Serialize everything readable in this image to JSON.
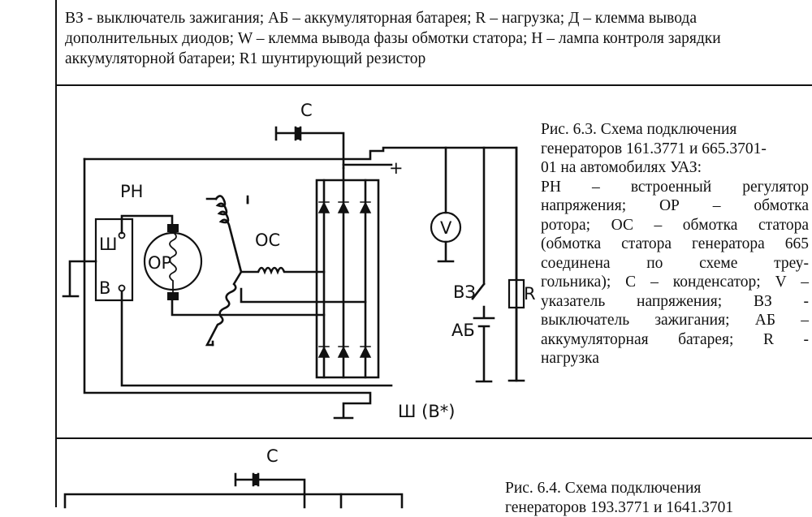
{
  "legend_top": "ВЗ - выключатель зажигания; АБ – аккумуляторная батарея; R – нагрузка; Д – клемма вывода дополнительных диодов; W – клемма вывода фазы обмотки статора; Н – лампа контроля зарядки аккумуляторной батареи; R1 шунтирующий резистор",
  "figure_6_3": {
    "caption_lines": [
      "Рис. 6.3. Схема подключения",
      "генераторов 161.3771 и 665.3701-",
      "01 на автомобилях УАЗ:",
      "РН – встроенный регулятор",
      "напряжения; ОР – обмотка",
      "ротора; ОС – обмотка статора",
      "(обмотка статора генератора 665",
      "соединена по схеме треу-",
      "гольника); С – конденсатор; V –",
      "указатель напряжения; ВЗ -",
      "выключатель зажигания; АБ –",
      "аккумуляторная батарея; R -",
      "нагрузка"
    ],
    "labels": {
      "capacitor": "C",
      "regulator": "РН",
      "terminal_sh": "Ш",
      "terminal_b": "В",
      "rotor": "ОР",
      "stator": "ОС",
      "plus": "+",
      "voltmeter": "V",
      "switch": "ВЗ",
      "load": "R",
      "battery": "АБ",
      "bottom_terminal": "Ш (В*)"
    }
  },
  "figure_6_4": {
    "caption_lines": [
      "Рис. 6.4. Схема подключения",
      "генераторов 193.3771 и 1641.3701"
    ],
    "labels": {
      "capacitor": "C"
    }
  }
}
